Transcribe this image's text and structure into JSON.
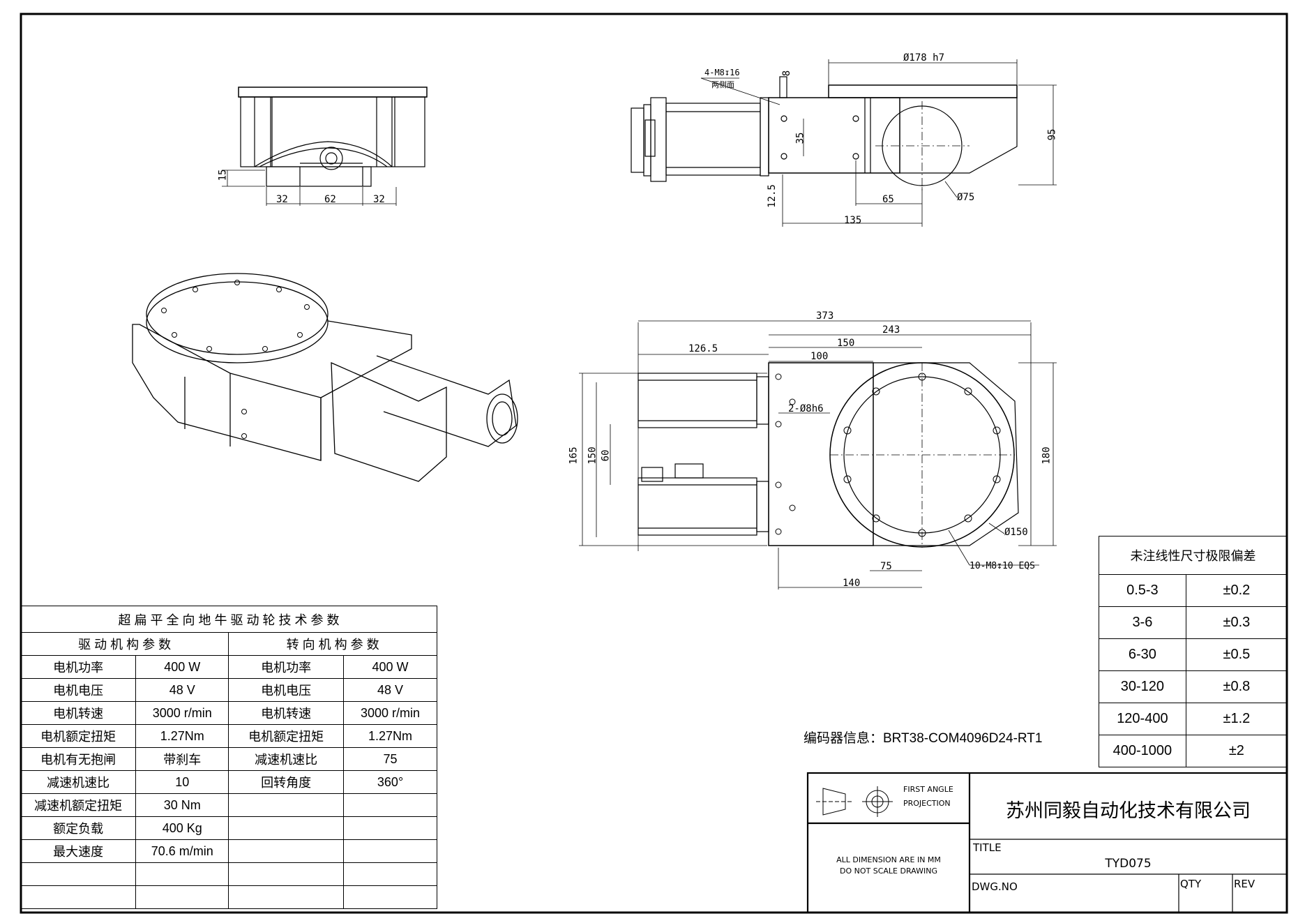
{
  "dims": {
    "front_15": "15",
    "front_32a": "32",
    "front_62": "62",
    "front_32b": "32",
    "side_thread": "4-M8↧16",
    "side_thread_note": "两侧面",
    "side_8": "8",
    "side_dia178": "Ø178 h7",
    "side_95": "95",
    "side_35": "35",
    "side_12_5": "12.5",
    "side_65": "65",
    "side_dia75": "Ø75",
    "side_135": "135",
    "top_373": "373",
    "top_243": "243",
    "top_150": "150",
    "top_126_5": "126.5",
    "top_100": "100",
    "top_pin": "2-Ø8h6",
    "top_165": "165",
    "top_150v": "150",
    "top_60": "60",
    "top_180": "180",
    "top_dia150": "Ø150",
    "top_75": "75",
    "top_140": "140",
    "top_holes": "10-M8↧10 EQS"
  },
  "spec": {
    "title": "超 扁 平 全 向 地 牛 驱 动 轮 技 术 参 数",
    "drive_header": "驱 动 机 构 参 数",
    "steer_header": "转 向 机 构 参 数",
    "rows": [
      [
        "电机功率",
        "400 W",
        "电机功率",
        "400 W"
      ],
      [
        "电机电压",
        "48 V",
        "电机电压",
        "48 V"
      ],
      [
        "电机转速",
        "3000 r/min",
        "电机转速",
        "3000 r/min"
      ],
      [
        "电机额定扭矩",
        "1.27Nm",
        "电机额定扭矩",
        "1.27Nm"
      ],
      [
        "电机有无抱闸",
        "带刹车",
        "减速机速比",
        "75"
      ],
      [
        "减速机速比",
        "10",
        "回转角度",
        "360°"
      ],
      [
        "减速机额定扭矩",
        "30 Nm",
        "",
        ""
      ],
      [
        "额定负载",
        "400 Kg",
        "",
        ""
      ],
      [
        "最大速度",
        "70.6 m/min",
        "",
        ""
      ],
      [
        "",
        "",
        "",
        ""
      ],
      [
        "",
        "",
        "",
        ""
      ]
    ]
  },
  "tolerance": {
    "title": "未注线性尺寸极限偏差",
    "rows": [
      [
        "0.5-3",
        "±0.2"
      ],
      [
        "3-6",
        "±0.3"
      ],
      [
        "6-30",
        "±0.5"
      ],
      [
        "30-120",
        "±0.8"
      ],
      [
        "120-400",
        "±1.2"
      ],
      [
        "400-1000",
        "±2"
      ]
    ]
  },
  "encoder": "编码器信息：BRT38-COM4096D24-RT1",
  "titleblock": {
    "projection_line1": "FIRST ANGLE",
    "projection_line2": "PROJECTION",
    "note_line1": "ALL DIMENSION ARE IN MM",
    "note_line2": "DO NOT SCALE DRAWING",
    "company": "苏州同毅自动化技术有限公司",
    "title_label": "TITLE",
    "title_value": "TYD075",
    "dwg_label": "DWG.NO",
    "qty_label": "QTY",
    "rev_label": "REV"
  }
}
